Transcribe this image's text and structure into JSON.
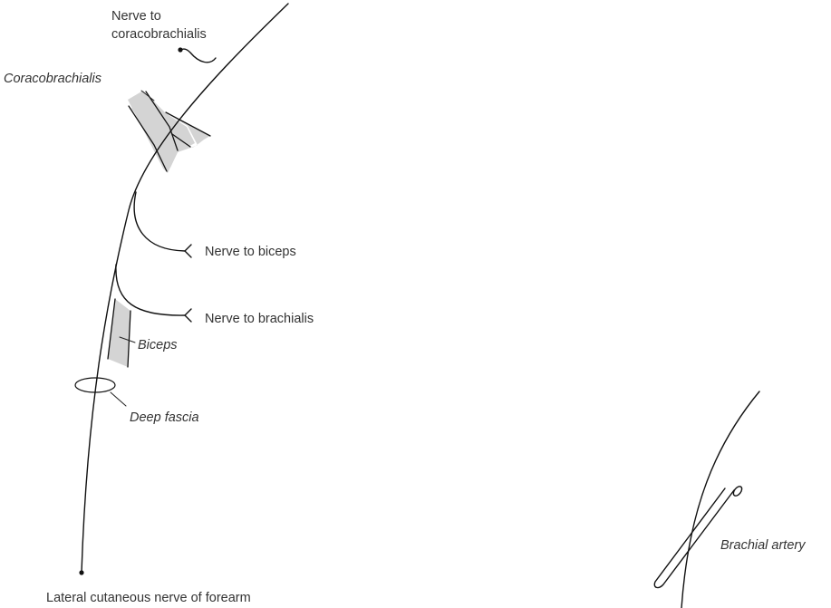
{
  "labels": {
    "nerve_to_coracobrachialis_line1": "Nerve to",
    "nerve_to_coracobrachialis_line2": "coracobrachialis",
    "coracobrachialis": "Coracobrachialis",
    "nerve_to_biceps": "Nerve to biceps",
    "nerve_to_brachialis": "Nerve to brachialis",
    "biceps": "Biceps",
    "deep_fascia": "Deep fascia",
    "brachial_artery": "Brachial artery",
    "lateral_cutaneous_nerve": "Lateral cutaneous nerve of forearm"
  },
  "colors": {
    "line": "#111111",
    "muscle_fill": "#d4d4d4",
    "text": "#333333"
  }
}
